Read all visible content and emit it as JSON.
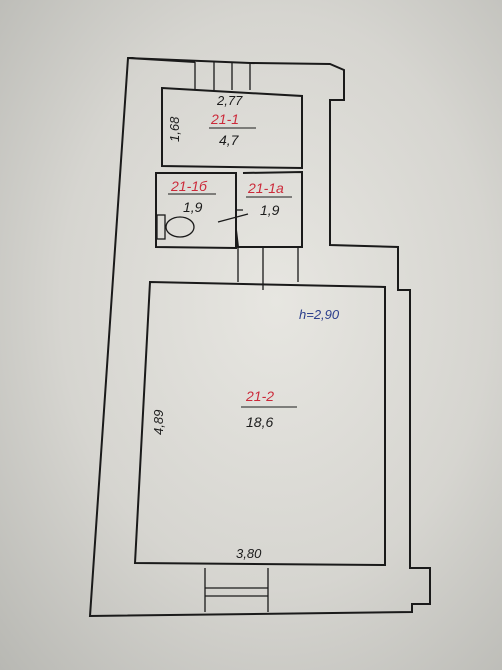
{
  "plan": {
    "height_note": "h=2,90",
    "rooms": [
      {
        "number": "21-1",
        "area": "4,7"
      },
      {
        "number": "21-1б",
        "area": "1,9"
      },
      {
        "number": "21-1а",
        "area": "1,9"
      },
      {
        "number": "21-2",
        "area": "18,6"
      }
    ],
    "dimensions": {
      "room1_width": "2,77",
      "room1_depth": "1,68",
      "room2_depth": "4,89",
      "room2_width": "3,80"
    }
  }
}
